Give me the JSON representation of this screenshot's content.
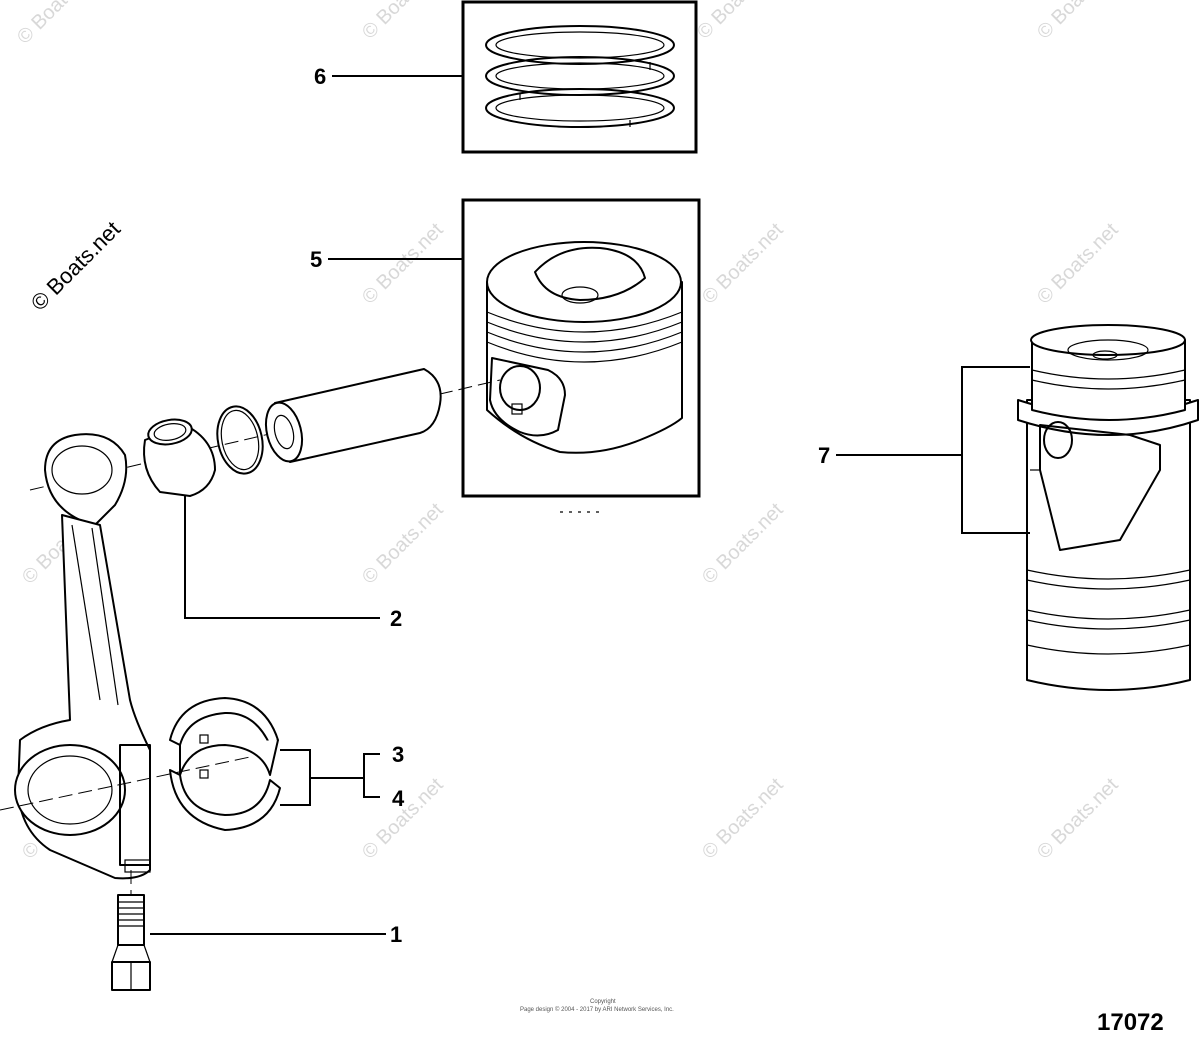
{
  "watermark": {
    "text": "© Boats.net"
  },
  "figure_number": "17072",
  "copyright": {
    "line1": "Copyright",
    "line2": "Page design © 2004 - 2017 by ARI Network Services, Inc."
  },
  "callouts": [
    {
      "id": "1",
      "label": "1"
    },
    {
      "id": "2",
      "label": "2"
    },
    {
      "id": "3",
      "label": "3"
    },
    {
      "id": "4",
      "label": "4"
    },
    {
      "id": "5",
      "label": "5"
    },
    {
      "id": "6",
      "label": "6"
    },
    {
      "id": "7",
      "label": "7"
    }
  ]
}
